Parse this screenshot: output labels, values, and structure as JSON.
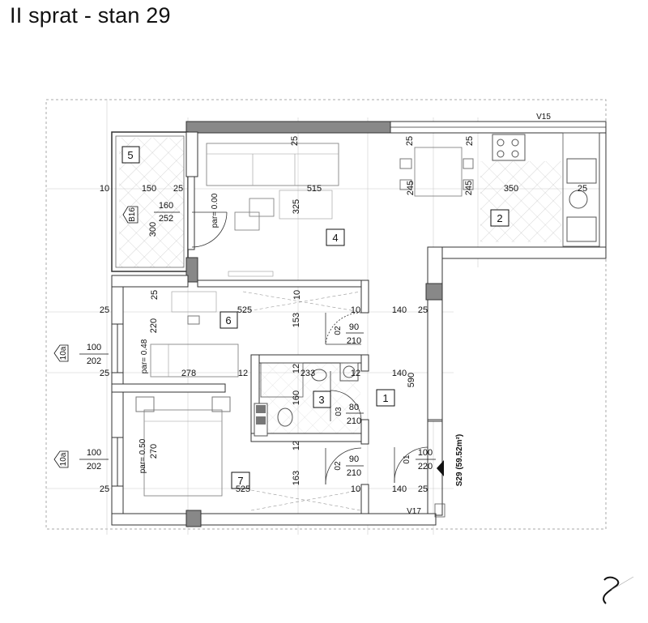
{
  "title": "II sprat - stan 29",
  "rooms": {
    "r1": "1",
    "r2": "2",
    "r3": "3",
    "r4": "4",
    "r5": "5",
    "r6": "6",
    "r7": "7"
  },
  "dimensions": {
    "top_25_a": "25",
    "top_25_b": "25",
    "top_25_c": "25",
    "balcony_10": "10",
    "balcony_150": "150",
    "balcony_25": "25",
    "living_515": "515",
    "living_245_a": "245",
    "living_245_b": "245",
    "kitchen_350": "350",
    "kitchen_25": "25",
    "balcony_160": "160",
    "balcony_252": "252",
    "balcony_300": "300",
    "living_325": "325",
    "r6_25_top": "25",
    "r6_10_top": "10",
    "r6_left_25": "25",
    "r6_525": "525",
    "r6_10": "10",
    "r1_140_a": "140",
    "r1_25_a": "25",
    "r6_153": "153",
    "r6_220": "220",
    "door2_90": "90",
    "door2_210": "210",
    "win1_100": "100",
    "win1_202": "202",
    "left_25_b": "25",
    "r6_278": "278",
    "r6_12": "12",
    "r3_12_top": "12",
    "r3_233": "233",
    "r3_12": "12",
    "r1_140_b": "140",
    "r1_590": "590",
    "r3_160": "160",
    "door3_80": "80",
    "door3_210": "210",
    "r3_12_b": "12",
    "r7_270": "270",
    "door4_90": "90",
    "door4_210": "210",
    "door1_100": "100",
    "door1_220": "220",
    "win2_100": "100",
    "win2_202": "202",
    "r7_163": "163",
    "left_25_c": "25",
    "r7_525": "525",
    "r7_10": "10",
    "r1_140_c": "140",
    "r1_25_c": "25"
  },
  "door_codes": {
    "d01": "01",
    "d02a": "02",
    "d02b": "02",
    "d03": "03"
  },
  "window_codes": {
    "b16": "B16",
    "w10a_1": "10a",
    "w10a_2": "10a",
    "v15": "V15",
    "v17": "V17"
  },
  "parapets": {
    "p1": "par= 0.00",
    "p2": "par= 0.48",
    "p3": "par= 0.50"
  },
  "apartment_tag": "S29 (59.52m²)"
}
